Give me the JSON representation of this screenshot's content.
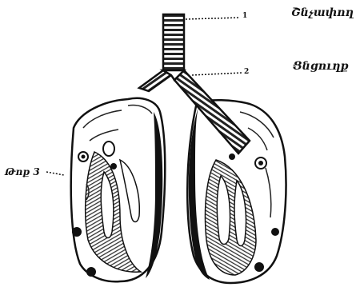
{
  "labels": {
    "trachea_number": "1",
    "trachea_name": "Շնչափող",
    "bronchi_number": "2",
    "bronchi_name": "Ցնցուղք",
    "lung": "Թոք 3"
  },
  "colors": {
    "ink": "#111111",
    "paper": "#ffffff"
  }
}
